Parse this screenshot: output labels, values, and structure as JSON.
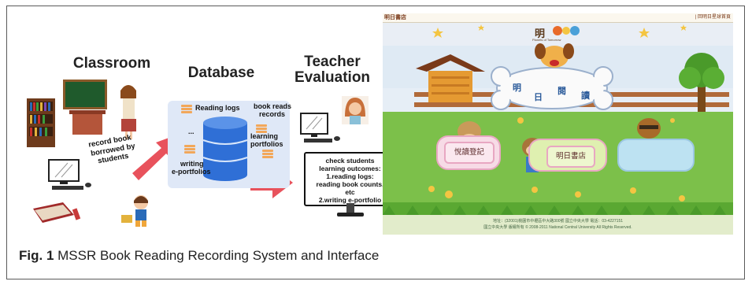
{
  "diagram": {
    "classroom_title": "Classroom",
    "database_title": "Database",
    "teacher_title_line1": "Teacher",
    "teacher_title_line2": "Evaluation",
    "record_note": [
      "record book",
      "borrowed by",
      "students"
    ],
    "db_items": {
      "reading_logs": "Reading logs",
      "book_reads_records": [
        "book reads",
        "records"
      ],
      "learning_portfolios": [
        "learning",
        "portfolios"
      ],
      "writing_eportfolios": [
        "writing",
        "e-portfolios"
      ],
      "ellipsis": "..."
    },
    "check_lines": [
      "check students",
      "learning outcomes:",
      "1.reading logs:",
      "reading book counts,",
      "etc",
      "2.writing e-portfolio"
    ]
  },
  "interface": {
    "top_left": "明日書店",
    "top_right": "| 回明日星球首頁",
    "logo_text": "明",
    "logo_sub": "Planets of Tomorrow",
    "sign_title": [
      "明",
      "日",
      "閱",
      "讀"
    ],
    "button_left": "悅讀登記",
    "button_right": "明日書店",
    "footer_line1": "地址：(32001)桃園市中壢區中大路300號 國立中央大學 電話：03-4227151",
    "footer_line2": "國立中央大學 版權所有 © 2008-2011 National Central University All Rights Reserved."
  },
  "caption": {
    "label": "Fig. 1",
    "text": " MSSR Book Reading Recording System and Interface"
  },
  "colors": {
    "arrow": "#e8525c",
    "db_cylinder": "#2f6fd6",
    "db_stack": "#f2a75a",
    "grass": "#7cc04a",
    "sky": "#dfeaf4"
  }
}
